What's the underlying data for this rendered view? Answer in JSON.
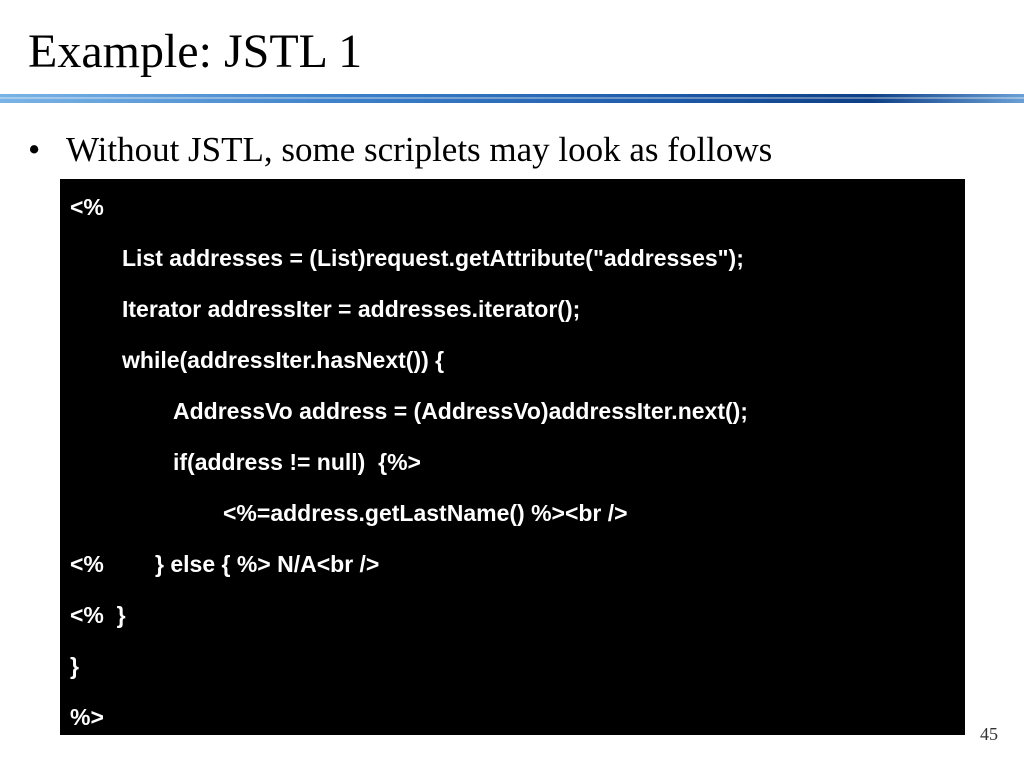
{
  "slide": {
    "title": "Example: JSTL 1",
    "bullet_symbol": "•",
    "bullet_text": "Without JSTL, some scriplets may look as follows",
    "page_number": "45"
  },
  "code": {
    "lines": [
      "<%",
      "List addresses = (List)request.getAttribute(\"addresses\");",
      "Iterator addressIter = addresses.iterator();",
      "while(addressIter.hasNext()) {",
      "AddressVo address = (AddressVo)addressIter.next();",
      "if(address != null)  {%>",
      "<%=address.getLastName() %><br />",
      "<%        } else { %> N/A<br />",
      "<%  }",
      "}",
      "%>"
    ]
  },
  "colors": {
    "code_background": "#000000",
    "code_text": "#ffffff",
    "accent_rule": "#1d5aa8"
  }
}
